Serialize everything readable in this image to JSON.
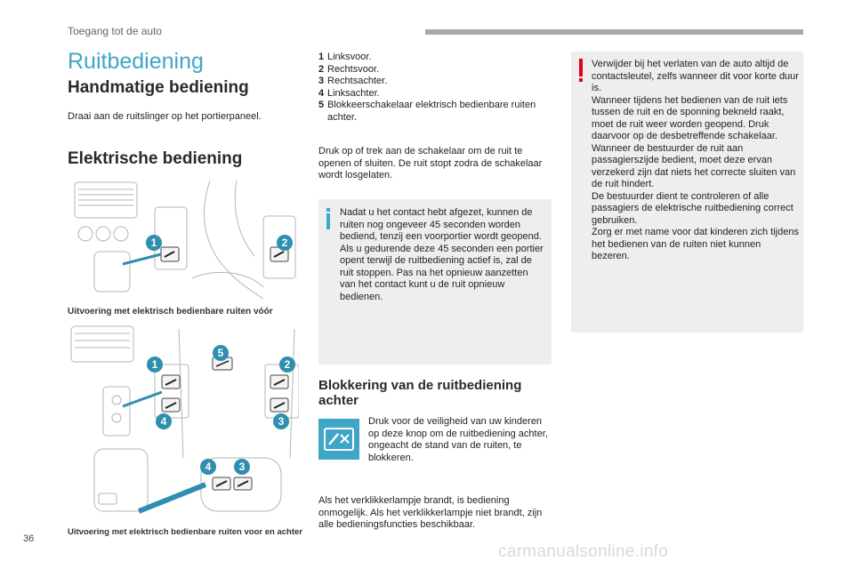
{
  "header": {
    "section": "Toegang tot de auto"
  },
  "page_number": "36",
  "watermark": "carmanualsonline.info",
  "title": "Ruitbediening",
  "manual": {
    "heading": "Handmatige bediening",
    "text": "Draai aan de ruitslinger op het portierpaneel."
  },
  "electric": {
    "heading": "Elektrische bediening",
    "caption_front": "Uitvoering met elektrisch bedienbare ruiten vóór",
    "caption_all": "Uitvoering met elektrisch bedienbare ruiten voor en achter",
    "markers": {
      "m1": "1",
      "m2": "2",
      "m3": "3",
      "m4": "4",
      "m5": "5"
    }
  },
  "list": [
    {
      "num": "1",
      "text": "Linksvoor."
    },
    {
      "num": "2",
      "text": "Rechtsvoor."
    },
    {
      "num": "3",
      "text": "Rechtsachter."
    },
    {
      "num": "4",
      "text": "Linksachter."
    },
    {
      "num": "5",
      "text": "Blokkeerschakelaar elektrisch bedienbare ruiten achter."
    }
  ],
  "press_text": "Druk op of trek aan de schakelaar om de ruit te openen of sluiten. De ruit stopt zodra de schakelaar wordt losgelaten.",
  "info_text": "Nadat u het contact hebt afgezet, kunnen de ruiten nog ongeveer 45 seconden worden bediend, tenzij een voorportier wordt geopend. Als u gedurende deze 45 seconden een portier opent terwijl de ruitbediening actief is, zal de ruit stoppen. Pas na het opnieuw aanzetten van het contact kunt u de ruit opnieuw bedienen.",
  "block": {
    "heading": "Blokkering van de ruitbediening achter",
    "text": "Druk voor de veiligheid van uw kinderen op deze knop om de ruitbediening achter, ongeacht de stand van de ruiten, te blokkeren.",
    "lamp_text": "Als het verklikkerlampje brandt, is bediening onmogelijk. Als het verklikkerlampje niet brandt, zijn alle bedieningsfuncties beschikbaar."
  },
  "warning_text": "Verwijder bij het verlaten van de auto altijd de contactsleutel, zelfs wanneer dit voor korte duur is.\nWanneer tijdens het bedienen van de ruit iets tussen de ruit en de sponning bekneld raakt, moet de ruit weer worden geopend. Druk daarvoor op de desbetreffende schakelaar.\nWanneer de bestuurder de ruit aan passagierszijde bedient, moet deze ervan verzekerd zijn dat niets het correcte sluiten van de ruit hindert.\nDe bestuurder dient te controleren of alle passagiers de elektrische ruitbediening correct gebruiken.\nZorg er met name voor dat kinderen zich tijdens het bedienen van de ruiten niet kunnen bezeren.",
  "colors": {
    "accent": "#3fa6c8",
    "warning": "#e2001a",
    "box": "#eeeeee"
  }
}
